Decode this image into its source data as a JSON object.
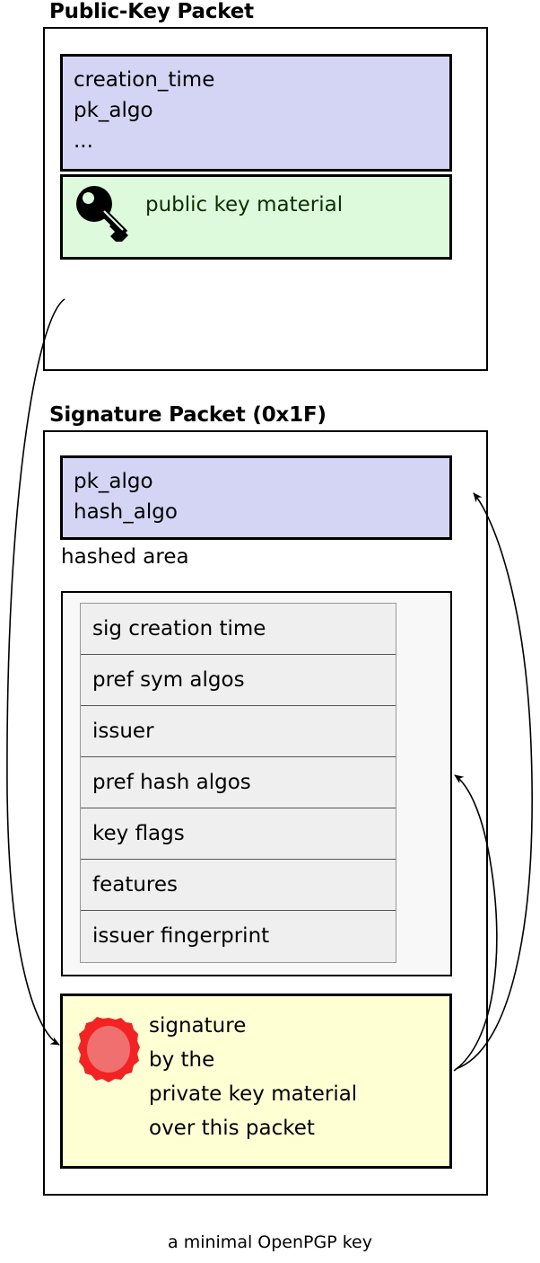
{
  "diagram": {
    "caption": "a minimal OpenPGP key",
    "colors": {
      "purple_fill": "#d4d4f4",
      "green_fill": "#ddfadd",
      "yellow_fill": "#ffffd4",
      "subpacket_fill": "#efefef",
      "hashed_area_fill": "#f8f8f8",
      "seal_outer": "#f42222",
      "seal_inner": "#f07070",
      "green_text": "#0a3000",
      "stroke": "#000000"
    }
  },
  "public_key_packet": {
    "title": "Public-Key Packet",
    "header_fields": "creation_time\npk_algo\n...",
    "header_field_lines": [
      "creation_time",
      "pk_algo",
      "..."
    ],
    "key_material": {
      "icon": "key-icon",
      "label": "public key material"
    }
  },
  "signature_packet": {
    "title": "Signature Packet (0x1F)",
    "header_fields": "pk_algo\nhash_algo",
    "header_field_lines": [
      "pk_algo",
      "hash_algo"
    ],
    "hashed_area": {
      "label": "hashed area",
      "subpackets": [
        "sig creation time",
        "pref sym algos",
        "issuer",
        "pref hash algos",
        "key flags",
        "features",
        "issuer fingerprint"
      ]
    },
    "signature": {
      "icon": "wax-seal-icon",
      "text": "signature\nby the\nprivate key material\nover this packet",
      "text_lines": [
        "signature",
        "by the",
        "private key material",
        "over this packet"
      ]
    }
  }
}
